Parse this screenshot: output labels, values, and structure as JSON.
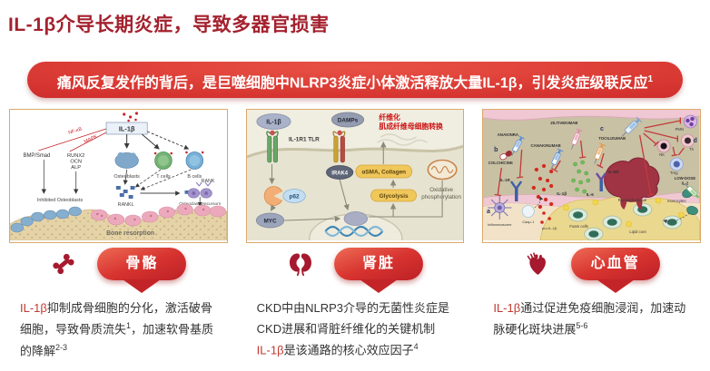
{
  "title": "IL-1β介导长期炎症，导致多器官损害",
  "banner": {
    "text": "痛风反复发作的背后，是巨噬细胞中NLRP3炎症小体激活释放大量IL-1β，引发炎症级联反应",
    "ref": "1"
  },
  "colors": {
    "title_red": "#A4212E",
    "banner_red": "#D63430",
    "ribbon_red": "#D83430",
    "icon_red": "#A6192E",
    "panel_border": "#DCA96B",
    "body_text": "#333333",
    "highlight_red": "#C03A30"
  },
  "panels": [
    {
      "organ": "骨骼",
      "icon": "bone-icon",
      "diagram": {
        "il1b": "IL-1β",
        "nfkb": "NF-κB",
        "mapk": "MAPK",
        "bmp_smad": "BMP/Smad",
        "runx2": "RUNX2",
        "ocn": "OCN",
        "alp": "ALP",
        "osteoblasts": "Osteoblasts",
        "t_cells": "T cells",
        "b_cells": "B cells",
        "inhibited_osteoblasts": "Inhibited Osteoblasts",
        "rankl": "RANKL",
        "rank": "RANK",
        "osteoclast_precursors": "Osteoclast precursors",
        "activated_osteoclasts": "Activated Osteoclasts",
        "bone_resorption": "Bone resorption"
      },
      "desc": [
        {
          "t": "IL-1β"
        },
        {
          "t": "抑制成骨细胞的分化，激活破骨细胞，导致骨质流失"
        },
        {
          "t": "1"
        },
        {
          "t": "，加速软骨基质的降解"
        },
        {
          "t": "2-3"
        }
      ]
    },
    {
      "organ": "肾脏",
      "icon": "kidney-icon",
      "diagram": {
        "il1b": "IL-1β",
        "damps": "DAMPs",
        "receptors": "IL-1R1 TLR",
        "irak4": "IRAK4",
        "p62": "p62",
        "myc": "MYC",
        "asma_collagen": "αSMA, Collagen",
        "glycolysis": "Glycolysis",
        "oxidative": "Oxidative",
        "phosphorylation": "phosphorylation",
        "note_line1": "纤维化",
        "note_line2": "肌成纤维母细胞转换"
      },
      "desc": [
        {
          "t": "CKD中由NLRP3介导的无菌性炎症是CKD进展和肾脏纤维化的关键机制"
        }
      ],
      "desc2": [
        {
          "t": "IL-1β"
        },
        {
          "t": "是该通路的核心效应因子"
        },
        {
          "t": "4"
        }
      ]
    },
    {
      "organ": "心血管",
      "icon": "heart-icon",
      "diagram": {
        "colchicine": "COLCHICINE",
        "anakinra": "ANAKINRA",
        "canakinumab": "CANAKINUMAB",
        "ziltivekimab": "ZILTIVEKIMAB",
        "tocilizumab": "TOCILIZUMAB",
        "low_dose": "LOW-DOSE",
        "il2": "IL-2",
        "il1r": "IL-1R",
        "il1b": "IL-1β",
        "il6": "IL-6",
        "il6r": "IL-6R",
        "inflammasome": "Inflammasome",
        "casp1": "Casp-1",
        "pro_il1b": "pro-IL-1β",
        "ruptured_plaque": "Ruptured plaque",
        "foam_cells": "Foam cells",
        "lipid_core": "Lipid core",
        "monocytes": "monocytes",
        "pmn": "PMN",
        "th": "Th",
        "nk": "NK",
        "treg": "Treg",
        "label_a": "a",
        "label_b": "b",
        "label_c": "c",
        "label_d": "d"
      },
      "desc": [
        {
          "t": "IL-1β"
        },
        {
          "t": "通过促进免疫细胞浸润，加速动脉硬化斑块进展"
        },
        {
          "t": "5-6"
        }
      ]
    }
  ]
}
